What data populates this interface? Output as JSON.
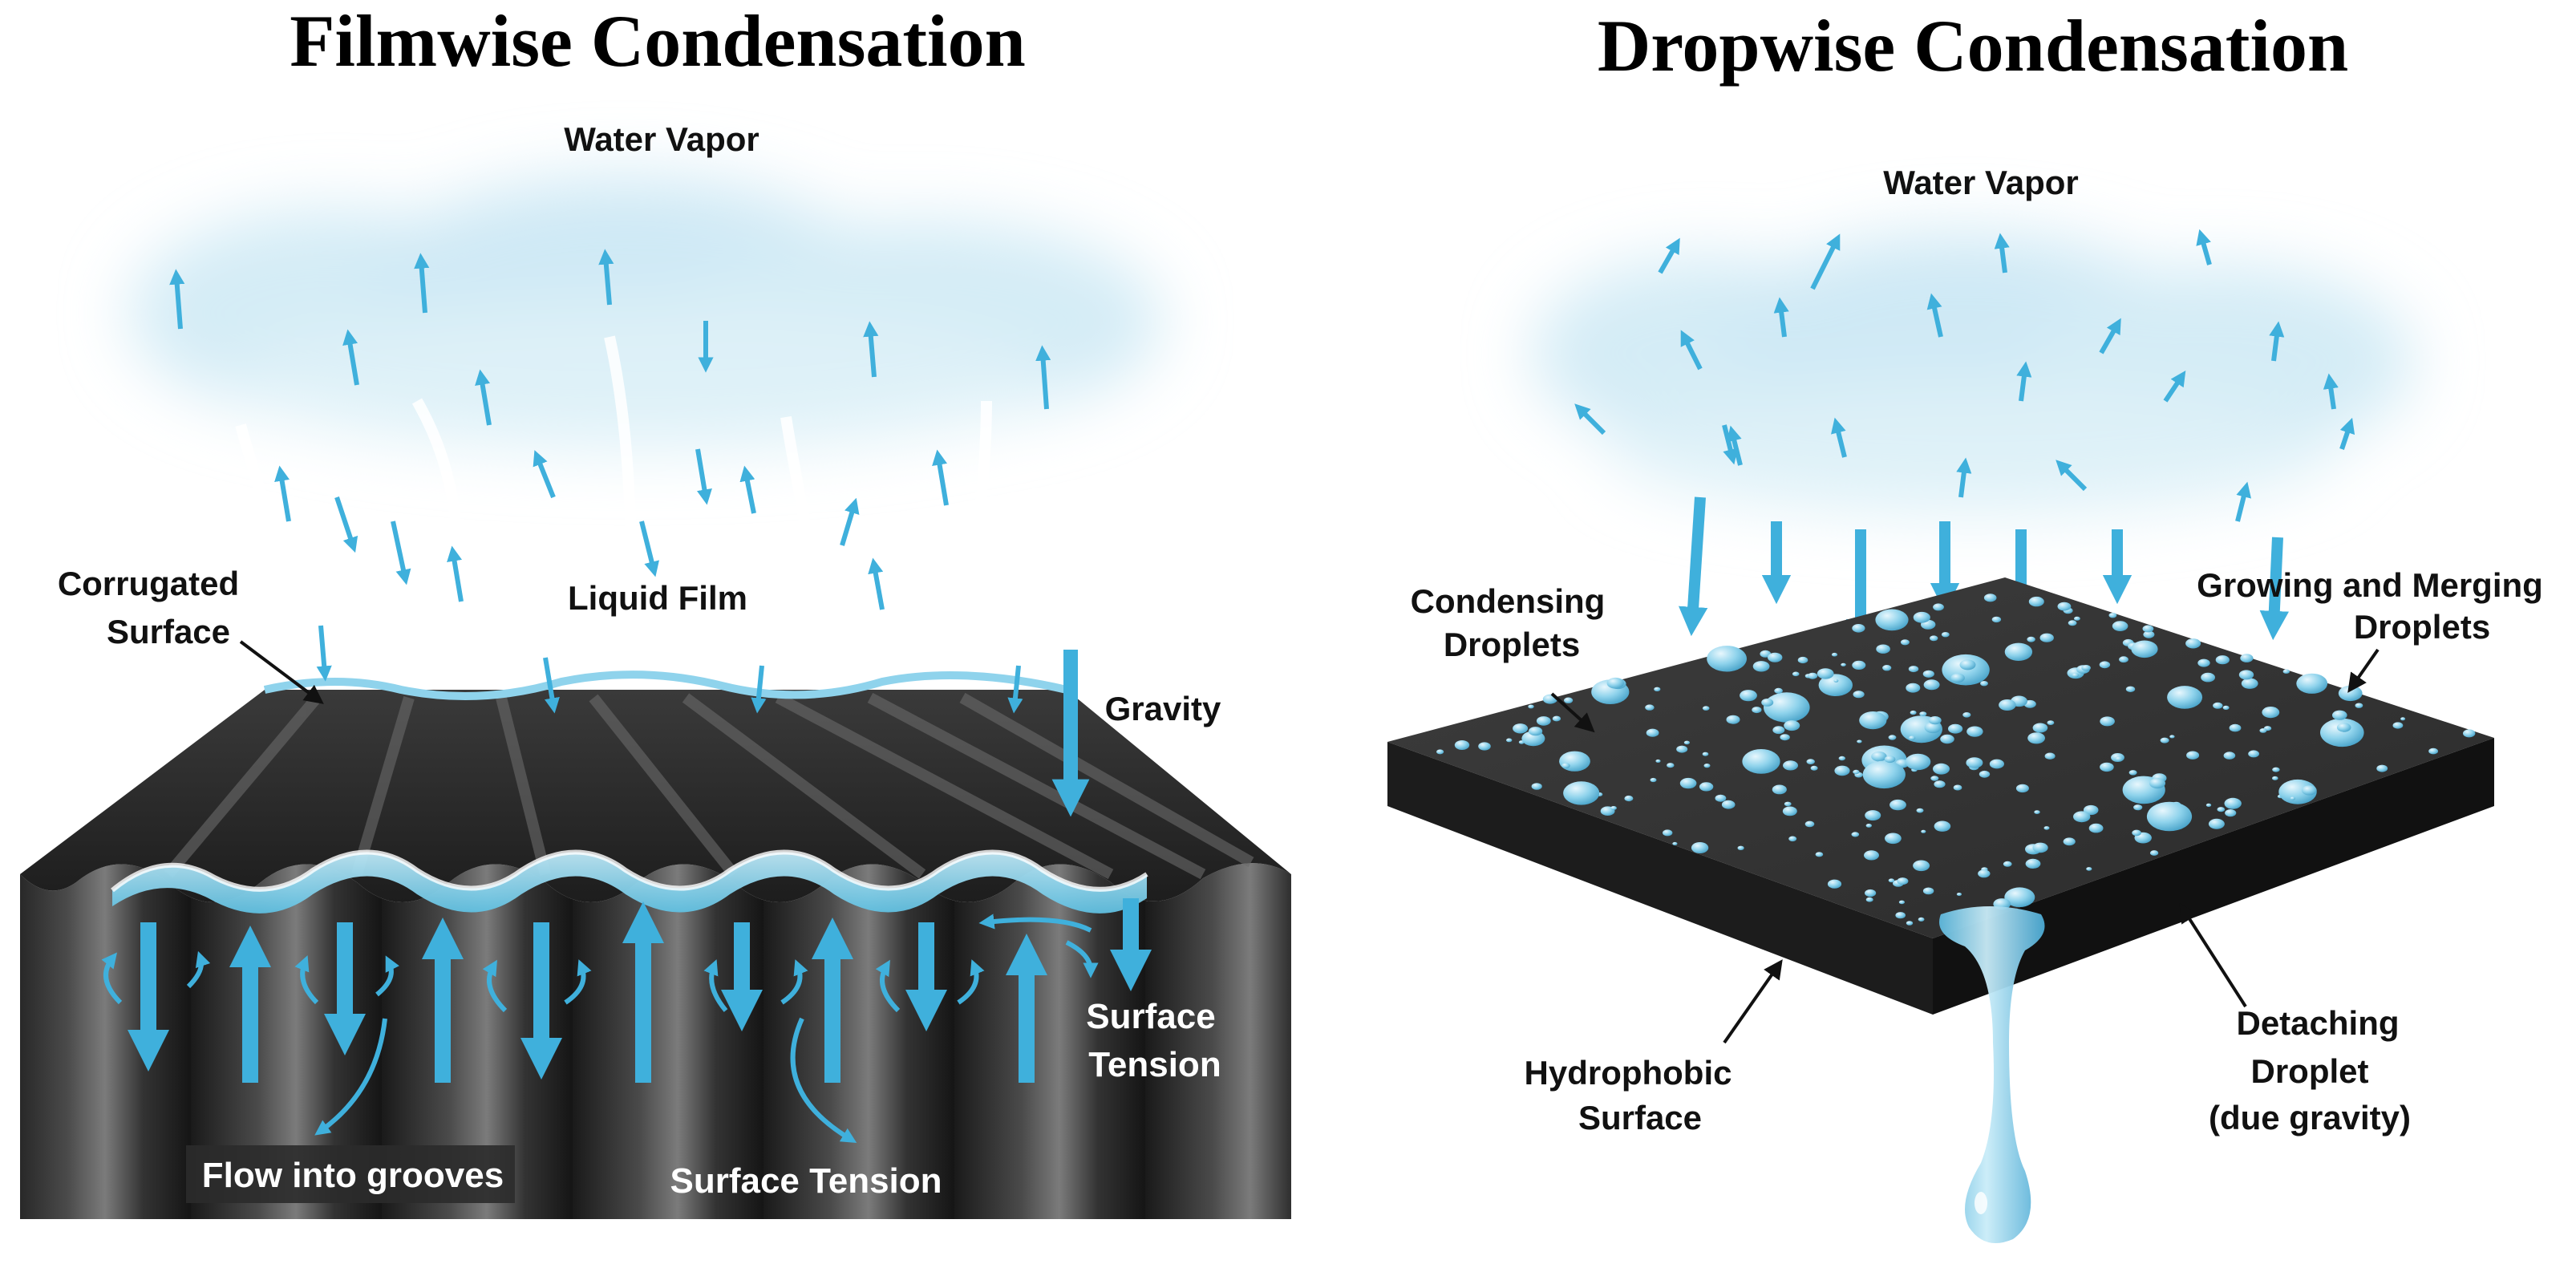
{
  "filmwise": {
    "title": "Filmwise Condensation",
    "labels": {
      "water_vapor": "Water Vapor",
      "corrugated_surface_1": "Corrugated",
      "corrugated_surface_2": "Surface",
      "liquid_film": "Liquid Film",
      "gravity": "Gravity",
      "surface_tension_right_1": "Surface",
      "surface_tension_right_2": "Tension",
      "flow_into_grooves": "Flow into grooves",
      "surface_tension_bottom": "Surface Tension"
    }
  },
  "dropwise": {
    "title": "Dropwise Condensation",
    "labels": {
      "water_vapor": "Water Vapor",
      "condensing_droplets_1": "Condensing",
      "condensing_droplets_2": "Droplets",
      "growing_merging_1": "Growing and Merging",
      "growing_merging_2": "Droplets",
      "hydrophobic_surface_1": "Hydrophobic",
      "hydrophobic_surface_2": "Surface",
      "detaching_droplet_1": "Detaching",
      "detaching_droplet_2": "Droplet",
      "detaching_droplet_3": "(due gravity)"
    }
  },
  "colors": {
    "vapor": "#d4ecf6",
    "arrow": "#3fb0dc",
    "water": "#7fcde8",
    "surface_dark": "#2a2a2a"
  }
}
